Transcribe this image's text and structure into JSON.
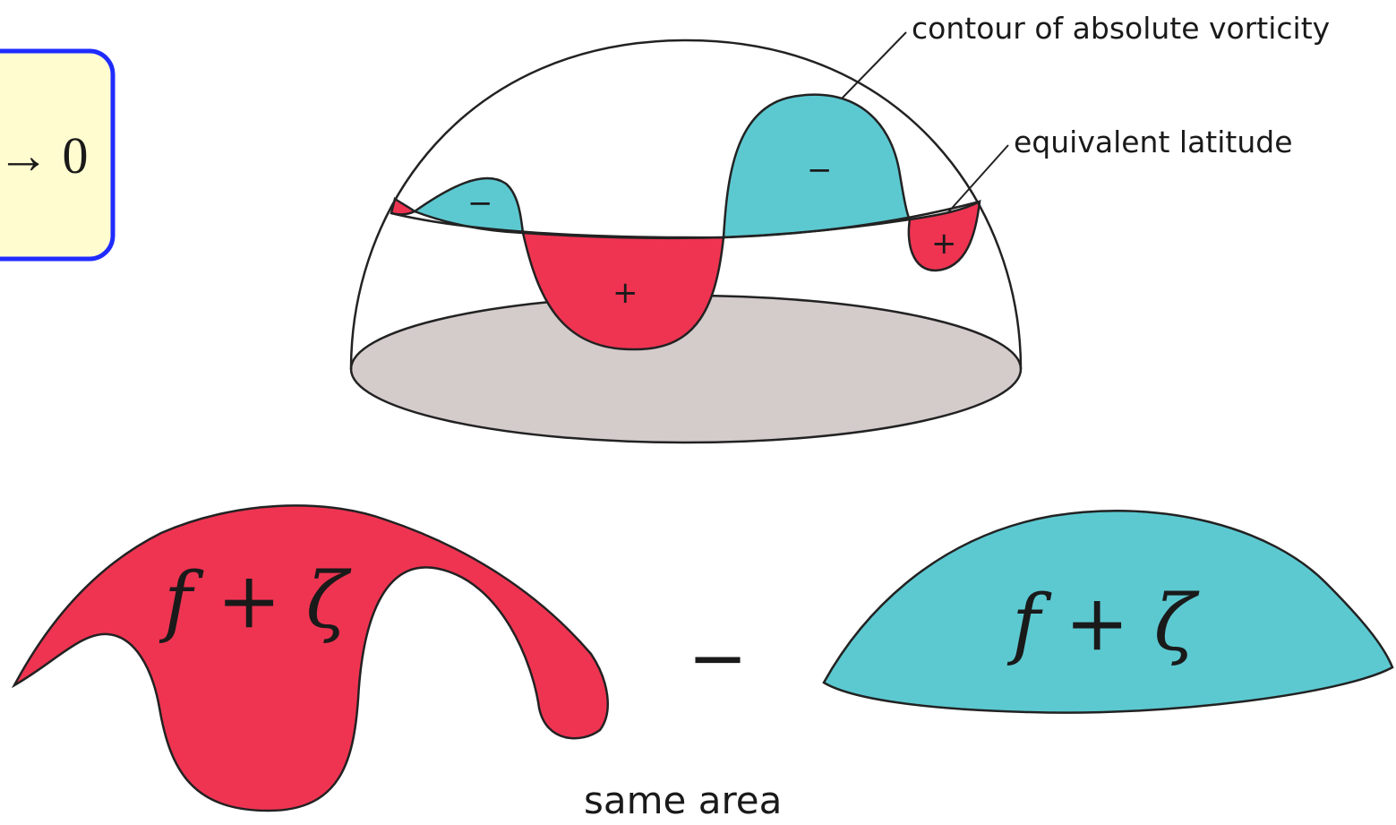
{
  "labels": {
    "contour": "contour of absolute vorticity",
    "equivalent_latitude": "equivalent latitude",
    "same_area": "same area"
  },
  "limit_box": {
    "text": "→ 0",
    "fill_color": "#fffdd0",
    "border_color": "#1f2bff"
  },
  "signs": {
    "small_left_lobe": "−",
    "big_bump": "−",
    "center_dip": "+",
    "right_small_lobe": "+"
  },
  "formulas": {
    "left_shape": "f + ζ",
    "right_shape": "f + ζ"
  },
  "operator": "−",
  "colors": {
    "positive": "#ef3452",
    "negative": "#5cc9d1",
    "base_disk": "#d4cbcb",
    "outline": "#222222"
  }
}
